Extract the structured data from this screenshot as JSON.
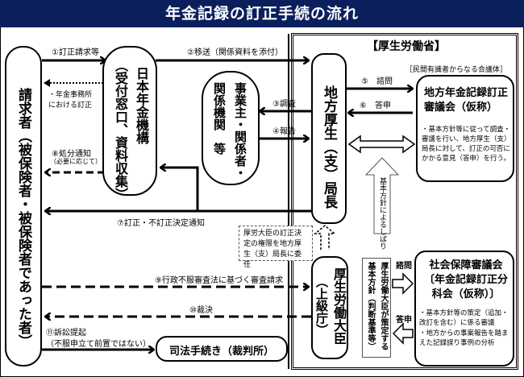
{
  "title": "年金記録の訂正手続の流れ",
  "mhlw_label": "【厚生労働省】",
  "nodes": {
    "claimant": "請求者（被保険者・被保険者であった者）",
    "pension_service_main": "日本年金機構",
    "pension_service_sub": "（受付窓口、資料収集）",
    "employers_a": "事業主・関係者・",
    "employers_b": "関係機関　等",
    "regional_bureau": "地方厚生（支）局長",
    "regional_council_note": "［民間有識者からなる合議体］",
    "regional_council_title": "地方年金記録訂正審議会（仮称）",
    "regional_council_desc": "・基本方針等に従って調査・審議を行い、地方厚生（支）局長に対して、訂正の可否にかかる意見（答申）を行う。",
    "minister_main": "厚生労働大臣",
    "minister_sub": "（上級庁）",
    "social_security_council_title": "社会保障審議会〔年金記録訂正分科会（仮称）〕",
    "social_security_council_desc1": "・基本方針等の策定（追加・改訂を含む）に係る審議",
    "social_security_council_desc2": "・地方からの事案報告を踏まえた記録誤り事例の分析",
    "court": "司法手続き（裁判所）",
    "basic_policy_box": "厚生労働大臣が策定する基本方針（判断基準等）",
    "policy_constraint": "基本方針によるしばり",
    "delegation_note": "厚労大臣の訂正決定の権限を地方厚生（支）局長に委任"
  },
  "arrows": {
    "a1": "①訂正請求等",
    "a2": "②移送（関係資料を添付）",
    "a3": "③調査",
    "a4": "④報告",
    "a5": "⑤　諮問",
    "a6": "⑥　答申",
    "a7": "⑦訂正・不訂正決定通知",
    "a8": "⑧処分通知",
    "a8_note": "（必要に応じて）",
    "a9": "⑨行政不服審査法に基づく審査請求",
    "a10": "⑩裁決",
    "a11": "⑪訴訟提起",
    "a11_note": "（不服申立て前置ではない）",
    "office_correction_1": "・年金事務所",
    "office_correction_2": "における訂正",
    "consult": "諮問",
    "report": "答申"
  }
}
